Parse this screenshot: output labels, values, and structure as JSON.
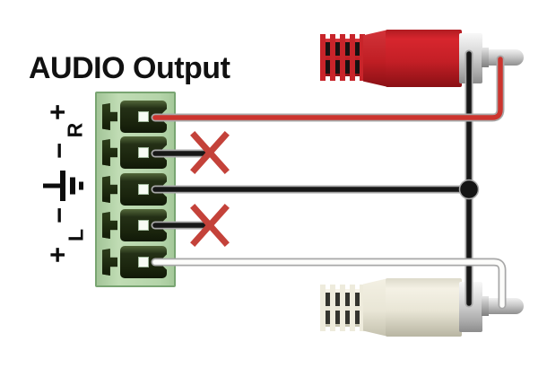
{
  "title": "AUDIO Output",
  "terminal_block": {
    "terminal_count": 5,
    "labels": {
      "right_plus": "+",
      "right_channel": "R",
      "right_minus": "−",
      "left_minus": "−",
      "left_channel": "L",
      "left_plus": "+"
    },
    "ground_icon": "earth-ground-symbol",
    "block_color": "#b4d4a9",
    "terminal_color": "#1a240d"
  },
  "connectors": {
    "red_rca": {
      "description": "red RCA phono plug, pin facing right",
      "body_color": "#c41f26"
    },
    "white_rca": {
      "description": "white RCA phono plug, pin facing right",
      "body_color": "#e9e6d6"
    }
  },
  "wiring": {
    "colors": {
      "red_wire": "#cc342e",
      "black_wire": "#171717",
      "white_wire": "#fcfcfa",
      "outline": "#a8a8a8",
      "x_mark": "#c4423a",
      "junction": "#141414"
    },
    "connections": [
      {
        "terminal": 1,
        "wire": "red",
        "to": "red RCA center pin"
      },
      {
        "terminal": 2,
        "wire": "black stub",
        "to": "crossed out - not connected"
      },
      {
        "terminal": 3,
        "wire": "black",
        "to": "junction feeding both RCA sleeves"
      },
      {
        "terminal": 4,
        "wire": "black stub",
        "to": "crossed out - not connected"
      },
      {
        "terminal": 5,
        "wire": "white",
        "to": "white RCA center pin"
      }
    ],
    "x_mark_count": 2
  }
}
